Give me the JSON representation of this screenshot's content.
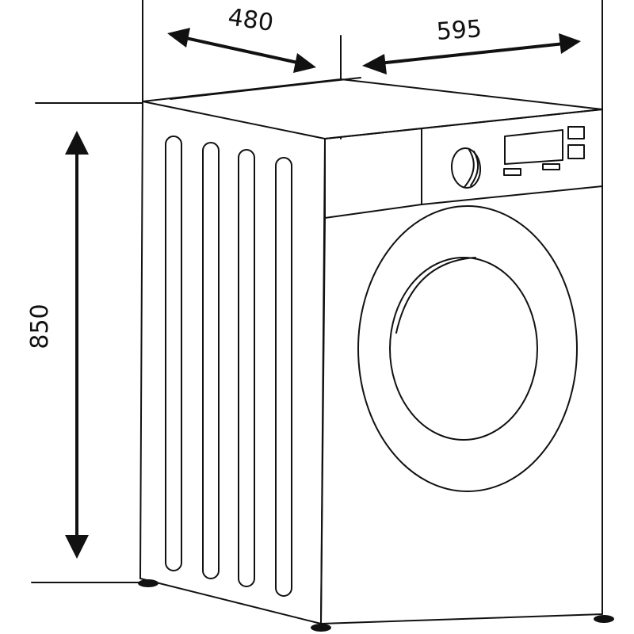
{
  "dimensions": {
    "depth": "480",
    "width": "595",
    "height": "850"
  },
  "colors": {
    "stroke": "#111111",
    "background": "#ffffff"
  }
}
